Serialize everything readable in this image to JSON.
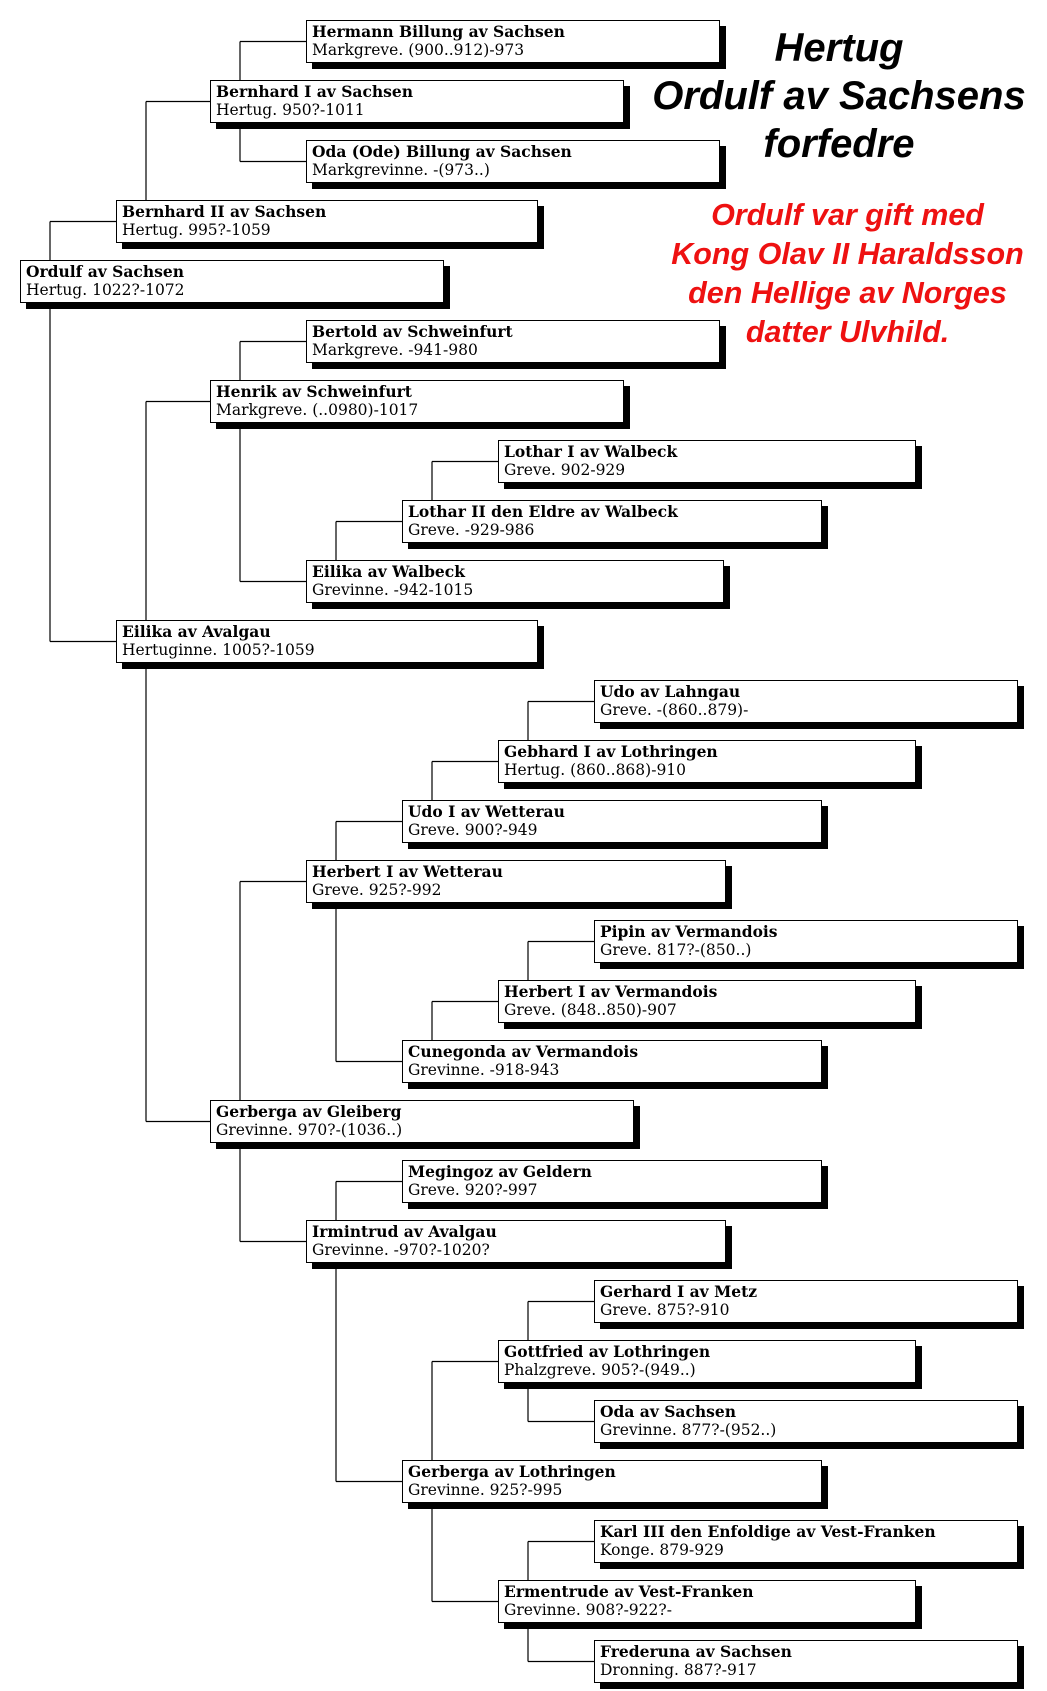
{
  "title": [
    "Hertug",
    "Ordulf av Sachsens",
    "forfedre"
  ],
  "note": [
    "Ordulf var gift med",
    "Kong Olav II Haraldsson",
    "den Hellige av Norges",
    "datter Ulvhild."
  ],
  "colors": {
    "title": "#000000",
    "note": "#ee1111",
    "lines": "#000000"
  },
  "people": [
    {
      "id": "hermann_billung",
      "name": "Hermann Billung av Sachsen",
      "desc": "Markgreve.  (900..912)-973"
    },
    {
      "id": "bernhard1",
      "name": "Bernhard I av Sachsen",
      "desc": "Hertug.  950?-1011"
    },
    {
      "id": "oda_billung",
      "name": "Oda (Ode) Billung av Sachsen",
      "desc": "Markgrevinne.  -(973..)"
    },
    {
      "id": "bernhard2",
      "name": "Bernhard II av Sachsen",
      "desc": "Hertug.  995?-1059"
    },
    {
      "id": "ordulf",
      "name": "Ordulf av Sachsen",
      "desc": "Hertug.  1022?-1072"
    },
    {
      "id": "bertold",
      "name": "Bertold av Schweinfurt",
      "desc": "Markgreve.  -941-980"
    },
    {
      "id": "henrik",
      "name": "Henrik av Schweinfurt",
      "desc": "Markgreve.  (..0980)-1017"
    },
    {
      "id": "lothar1",
      "name": "Lothar I av Walbeck",
      "desc": "Greve.  902-929"
    },
    {
      "id": "lothar2",
      "name": "Lothar II den Eldre av Walbeck",
      "desc": "Greve.  -929-986"
    },
    {
      "id": "eilika_walbeck",
      "name": "Eilika av  Walbeck",
      "desc": "Grevinne.  -942-1015"
    },
    {
      "id": "eilika_avalgau",
      "name": "Eilika av Avalgau",
      "desc": "Hertuginne.  1005?-1059"
    },
    {
      "id": "udo_lahngau",
      "name": "Udo av Lahngau",
      "desc": "Greve.  -(860..879)-"
    },
    {
      "id": "gebhard1",
      "name": "Gebhard I av Lothringen",
      "desc": "Hertug.  (860..868)-910"
    },
    {
      "id": "udo1",
      "name": "Udo I av Wetterau",
      "desc": "Greve.  900?-949"
    },
    {
      "id": "herbert_wetterau",
      "name": "Herbert I av Wetterau",
      "desc": "Greve.  925?-992"
    },
    {
      "id": "pipin",
      "name": "Pipin av Vermandois",
      "desc": "Greve.  817?-(850..)"
    },
    {
      "id": "herbert_vermandois",
      "name": "Herbert I av Vermandois",
      "desc": "Greve.  (848..850)-907"
    },
    {
      "id": "cunegonda",
      "name": "Cunegonda av Vermandois",
      "desc": "Grevinne.  -918-943"
    },
    {
      "id": "gerberga_gleiberg",
      "name": "Gerberga av Gleiberg",
      "desc": "Grevinne.  970?-(1036..)"
    },
    {
      "id": "megingoz",
      "name": "Megingoz av Geldern",
      "desc": "Greve.  920?-997"
    },
    {
      "id": "irmintrud",
      "name": "Irmintrud av Avalgau",
      "desc": "Grevinne.  -970?-1020?"
    },
    {
      "id": "gerhard1",
      "name": "Gerhard I av Metz",
      "desc": "Greve.  875?-910"
    },
    {
      "id": "gottfried",
      "name": "Gottfried av Lothringen",
      "desc": "Phalzgreve.  905?-(949..)"
    },
    {
      "id": "oda_sachsen",
      "name": "Oda av Sachsen",
      "desc": "Grevinne.  877?-(952..)"
    },
    {
      "id": "gerberga_lothringen",
      "name": "Gerberga av Lothringen",
      "desc": "Grevinne.  925?-995"
    },
    {
      "id": "karl3",
      "name": "Karl III den Enfoldige av Vest-Franken",
      "desc": "Konge.  879-929"
    },
    {
      "id": "ermentrude",
      "name": "Ermentrude av Vest-Franken",
      "desc": "Grevinne.  908?-922?-"
    },
    {
      "id": "frederuna",
      "name": "Frederuna av Sachsen",
      "desc": "Dronning.  887?-917"
    }
  ]
}
